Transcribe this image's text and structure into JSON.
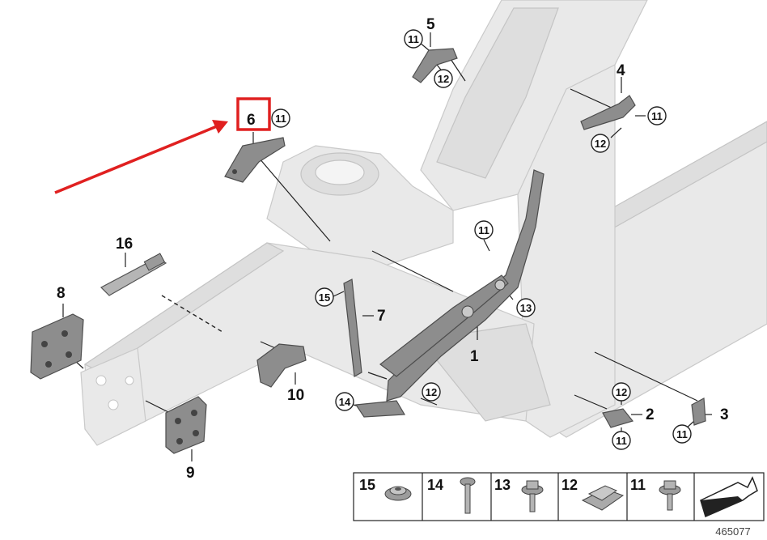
{
  "diagram": {
    "reference_number": "465077",
    "part_labels": [
      "1",
      "2",
      "3",
      "4",
      "5",
      "6",
      "7",
      "8",
      "9",
      "10",
      "16"
    ],
    "callouts": [
      "11",
      "12",
      "13",
      "14",
      "15"
    ],
    "legend": [
      {
        "number": "15",
        "icon": "nut-icon"
      },
      {
        "number": "14",
        "icon": "long-bolt-icon"
      },
      {
        "number": "13",
        "icon": "flange-bolt-icon"
      },
      {
        "number": "12",
        "icon": "clip-nut-icon"
      },
      {
        "number": "11",
        "icon": "bolt-icon"
      },
      {
        "number": "",
        "icon": "orientation-arrow-icon"
      }
    ],
    "highlight": {
      "color": "#e02020",
      "target": "6"
    },
    "colors": {
      "body": "#e9e9e9",
      "part": "#8d8d8d",
      "lines": "#222222"
    }
  }
}
